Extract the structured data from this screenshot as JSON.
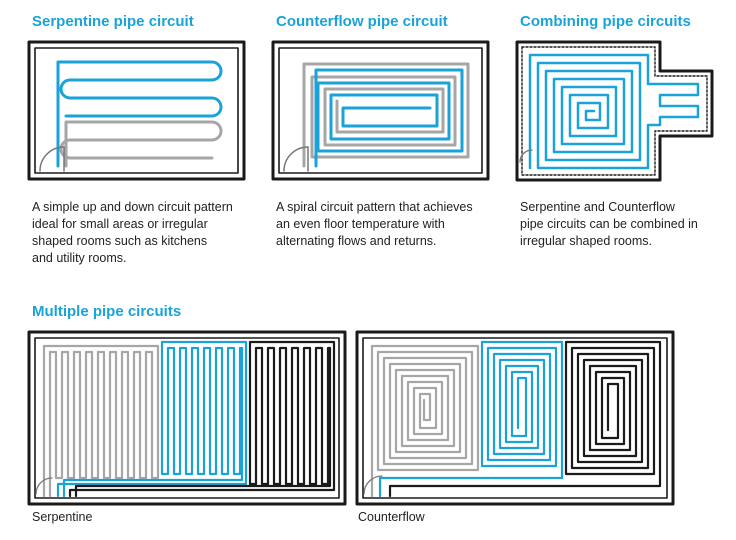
{
  "colors": {
    "blue": "#1aa3d8",
    "grey": "#a6a6a6",
    "black": "#1a1a1a",
    "text": "#222222"
  },
  "sections": {
    "serpentine": {
      "title": "Serpentine pipe circuit",
      "description": [
        "A simple up and down circuit pattern",
        "ideal for small areas or irregular",
        "shaped rooms such as kitchens",
        "and utility rooms."
      ]
    },
    "counterflow": {
      "title": "Counterflow pipe circuit",
      "description": [
        "A spiral circuit pattern that achieves",
        "an even floor temperature with",
        "alternating flows and returns."
      ]
    },
    "combining": {
      "title": "Combining pipe circuits",
      "description": [
        "Serpentine and Counterflow",
        "pipe circuits can be combined in",
        "irregular shaped rooms."
      ]
    },
    "multiple": {
      "title": "Multiple pipe circuits",
      "captions": {
        "left": "Serpentine",
        "right": "Counterflow"
      }
    }
  }
}
